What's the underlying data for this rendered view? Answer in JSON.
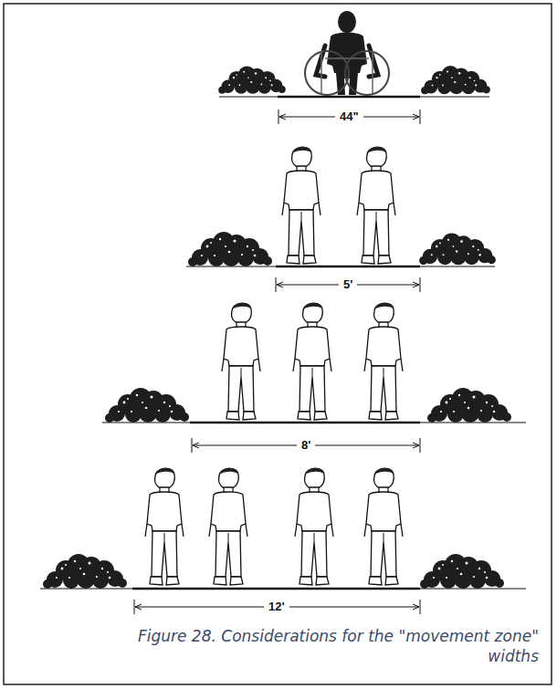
{
  "diagram": {
    "caption": "Figure 28. Considerations for the \"movement zone\" widths",
    "labels": [
      "44\"",
      "5'",
      "8'",
      "12'"
    ]
  }
}
